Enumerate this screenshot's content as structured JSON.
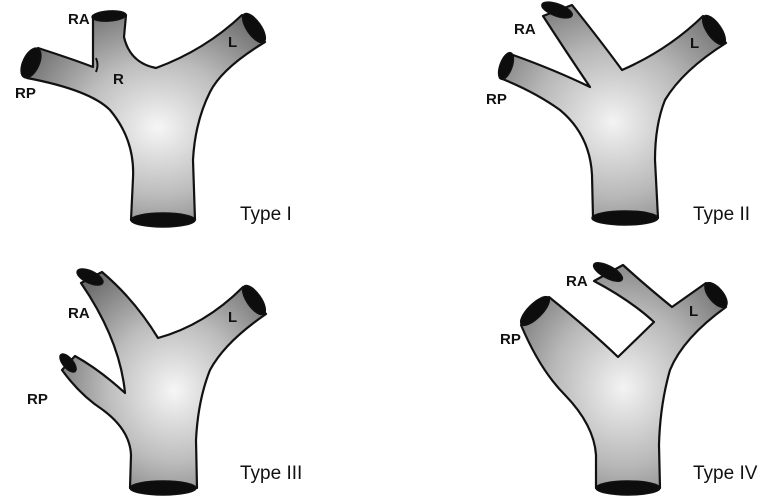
{
  "panels": [
    {
      "type_label": "Type I",
      "labels": {
        "ra": "RA",
        "rp": "RP",
        "r": "R",
        "l": "L"
      }
    },
    {
      "type_label": "Type II",
      "labels": {
        "ra": "RA",
        "rp": "RP",
        "l": "L"
      }
    },
    {
      "type_label": "Type III",
      "labels": {
        "ra": "RA",
        "rp": "RP",
        "l": "L"
      }
    },
    {
      "type_label": "Type IV",
      "labels": {
        "ra": "RA",
        "rp": "RP",
        "l": "L"
      }
    }
  ]
}
